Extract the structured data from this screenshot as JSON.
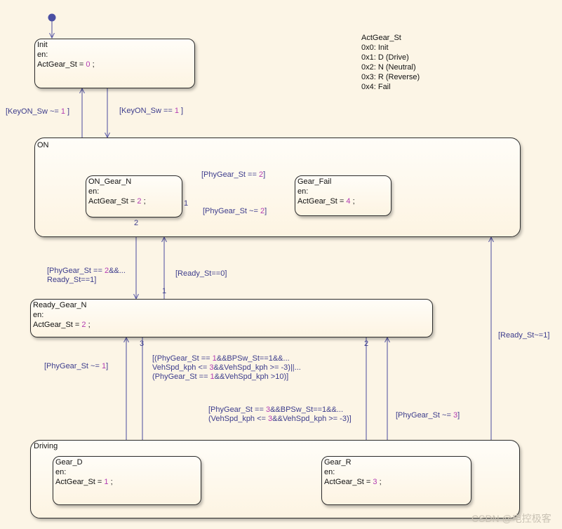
{
  "states": {
    "init": {
      "name": "Init",
      "entry": "en:",
      "action_var": "ActGear_St =",
      "action_val": "0",
      "action_end": ";"
    },
    "on": {
      "name": "ON"
    },
    "on_gear_n": {
      "name": "ON_Gear_N",
      "entry": "en:",
      "action_var": "ActGear_St =",
      "action_val": "2",
      "action_end": ";"
    },
    "gear_fail": {
      "name": "Gear_Fail",
      "entry": "en:",
      "action_var": "ActGear_St =",
      "action_val": "4",
      "action_end": ";"
    },
    "ready_gear_n": {
      "name": "Ready_Gear_N",
      "entry": "en:",
      "action_var": "ActGear_St =",
      "action_val": "2",
      "action_end": ";"
    },
    "driving": {
      "name": "Driving"
    },
    "gear_d": {
      "name": "Gear_D",
      "entry": "en:",
      "action_var": "ActGear_St =",
      "action_val": "1",
      "action_end": ";"
    },
    "gear_r": {
      "name": "Gear_R",
      "entry": "en:",
      "action_var": "ActGear_St =",
      "action_val": "3",
      "action_end": ";"
    }
  },
  "transitions": {
    "on_to_init": {
      "pre": "[KeyON_Sw ~= ",
      "num": "1",
      "post": " ]"
    },
    "init_to_on": {
      "pre": "[KeyON_Sw == ",
      "num": "1",
      "post": " ]"
    },
    "fail_to_n": {
      "pre": "[PhyGear_St == ",
      "num": "2",
      "post": "]"
    },
    "n_to_fail": {
      "pre": "[PhyGear_St ~= ",
      "num": "2",
      "post": "]"
    },
    "on_to_ready": {
      "l1_pre": "[PhyGear_St == ",
      "l1_num": "2",
      "l1_post": "&&...",
      "l2": "Ready_St==1]"
    },
    "ready_to_on": {
      "text": "[Ready_St==0]"
    },
    "d_to_ready": {
      "pre": "[PhyGear_St ~= ",
      "num": "1",
      "post": "]"
    },
    "ready_to_d": {
      "l1_a": "[(PhyGear_St == ",
      "l1_n1": "1",
      "l1_b": "&&BPSw_St==1&&...",
      "l2_a": "VehSpd_kph <= ",
      "l2_n1": "3",
      "l2_b": "&&VehSpd_kph >= -3)||...",
      "l3_a": "(PhyGear_St == ",
      "l3_n1": "1",
      "l3_b": "&&VehSpd_kph >10)]"
    },
    "ready_to_r": {
      "l1_a": "[PhyGear_St == ",
      "l1_n1": "3",
      "l1_b": "&&BPSw_St==1&&...",
      "l2_a": "(VehSpd_kph <= ",
      "l2_n1": "3",
      "l2_b": "&&VehSpd_kph >= -3)]"
    },
    "r_to_ready": {
      "pre": "[PhyGear_St ~= ",
      "num": "3",
      "post": "]"
    },
    "driving_to_on": {
      "text": "[Ready_St~=1]"
    }
  },
  "priorities": {
    "p_n_fail": "1",
    "p_on_ready": "2",
    "p_ready_on": "1",
    "p_ready_d": "3",
    "p_ready_r": "2"
  },
  "legend": {
    "title": "ActGear_St",
    "items": [
      "0x0: Init",
      "0x1: D (Drive)",
      "0x2: N (Neutral)",
      "0x3: R (Reverse)",
      "0x4: Fail"
    ]
  },
  "watermark": "CSDN @电控极客",
  "colors": {
    "transition": "#5a5aa6",
    "label": "#3c3c8c",
    "number": "#b23bb2",
    "default_dot": "#4a4fa3",
    "background": "#fcf5e6"
  }
}
